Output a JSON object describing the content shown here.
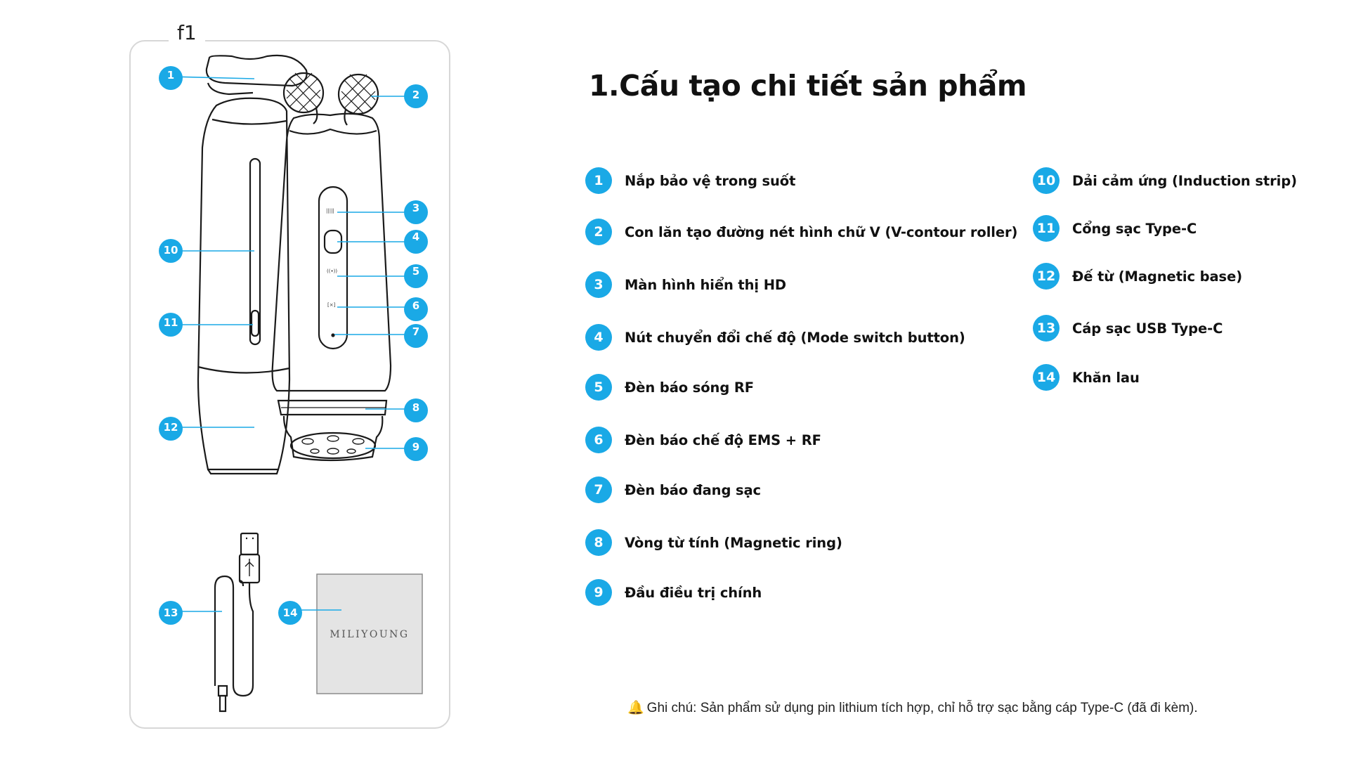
{
  "frame_label": "f1",
  "heading": "1.Cấu tạo chi tiết sản phẩm",
  "diagram_markers": [
    "1",
    "2",
    "3",
    "4",
    "5",
    "6",
    "7",
    "8",
    "9",
    "10",
    "11",
    "12",
    "13",
    "14"
  ],
  "towel_brand": "MILIYOUNG",
  "parts_left": [
    {
      "number": "1",
      "label": "Nắp bảo vệ trong suốt"
    },
    {
      "number": "2",
      "label": "Con lăn tạo đường nét hình chữ V (V-contour roller)"
    },
    {
      "number": "3",
      "label": "Màn hình hiển thị HD"
    },
    {
      "number": "4",
      "label": "Nút chuyển đổi chế độ (Mode switch button)"
    },
    {
      "number": "5",
      "label": "Đèn báo sóng RF"
    },
    {
      "number": "6",
      "label": "Đèn báo chế độ EMS + RF"
    },
    {
      "number": "7",
      "label": "Đèn báo đang sạc"
    },
    {
      "number": "8",
      "label": "Vòng từ tính (Magnetic ring)"
    },
    {
      "number": "9",
      "label": "Đầu điều trị chính"
    }
  ],
  "parts_right": [
    {
      "number": "10",
      "label": "Dải cảm ứng (Induction strip)"
    },
    {
      "number": "11",
      "label": "Cổng sạc Type-C"
    },
    {
      "number": "12",
      "label": "Đế từ (Magnetic base)"
    },
    {
      "number": "13",
      "label": "Cáp sạc USB Type-C"
    },
    {
      "number": "14",
      "label": "Khăn lau"
    }
  ],
  "note": {
    "icon": "bell-icon",
    "text": "Ghi chú: Sản phẩm sử dụng pin lithium tích hợp, chỉ hỗ trợ sạc bằng cáp Type-C (đã đi kèm)."
  },
  "colors": {
    "badge": "#1aa9e6",
    "note_icon": "#f6a623",
    "frame_border": "#d7d7d7"
  }
}
